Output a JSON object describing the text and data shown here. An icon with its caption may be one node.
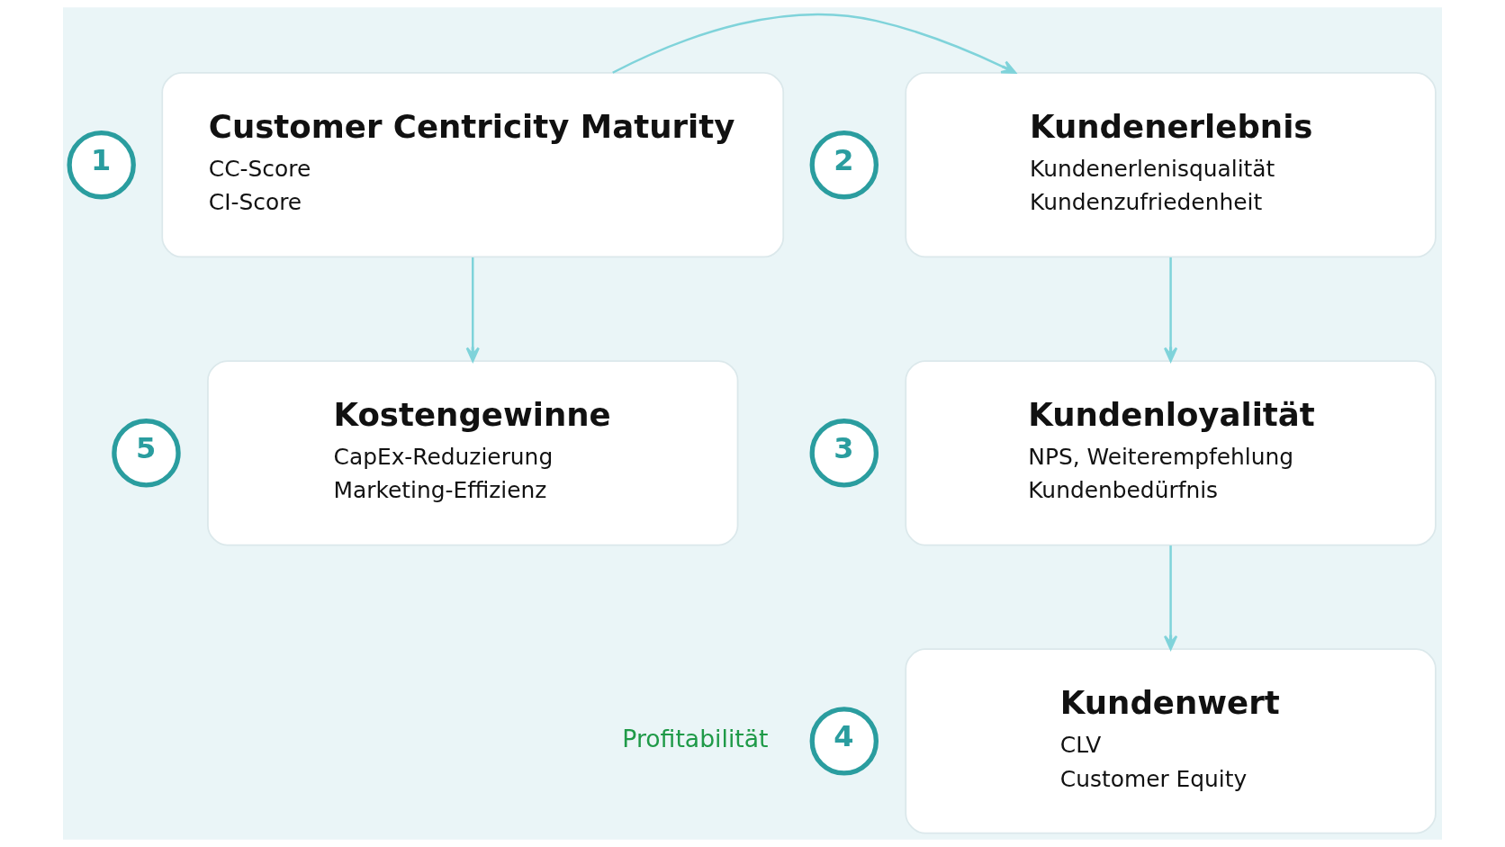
{
  "diagram": {
    "nodes": [
      {
        "text": [
          "1"
        ]
      },
      {
        "text": [
          "Customer Centricity Maturity",
          "CC-Score",
          "CI-Score"
        ]
      },
      {
        "text": [
          "2"
        ]
      },
      {
        "text": [
          "Kundenerlebnis",
          "Kundenerlenisqualität",
          "Kundenzufriedenheit"
        ]
      },
      {
        "text": [
          "3"
        ]
      },
      {
        "text": [
          "Kundenloyalität",
          "NPS, Weiterempfehlung",
          "Kundenbedürfnis"
        ]
      },
      {
        "text": [
          "4"
        ]
      },
      {
        "text": [
          "Kundenwert",
          "CLV",
          "Customer Equity"
        ]
      },
      {
        "text": [
          "5"
        ]
      },
      {
        "text": [
          "Kostengewinne",
          "CapEx-Reduzierung",
          "Marketing-Effizienz"
        ]
      }
    ],
    "edges": [
      {
        "from": 1,
        "to": 3,
        "arrow": "to"
      },
      {
        "from": 3,
        "to": 5,
        "arrow": "to"
      },
      {
        "from": 5,
        "to": 7,
        "arrow": "to"
      },
      {
        "from": 1,
        "to": 9,
        "arrow": "to"
      }
    ],
    "labels": [
      "Profitabilität"
    ]
  }
}
